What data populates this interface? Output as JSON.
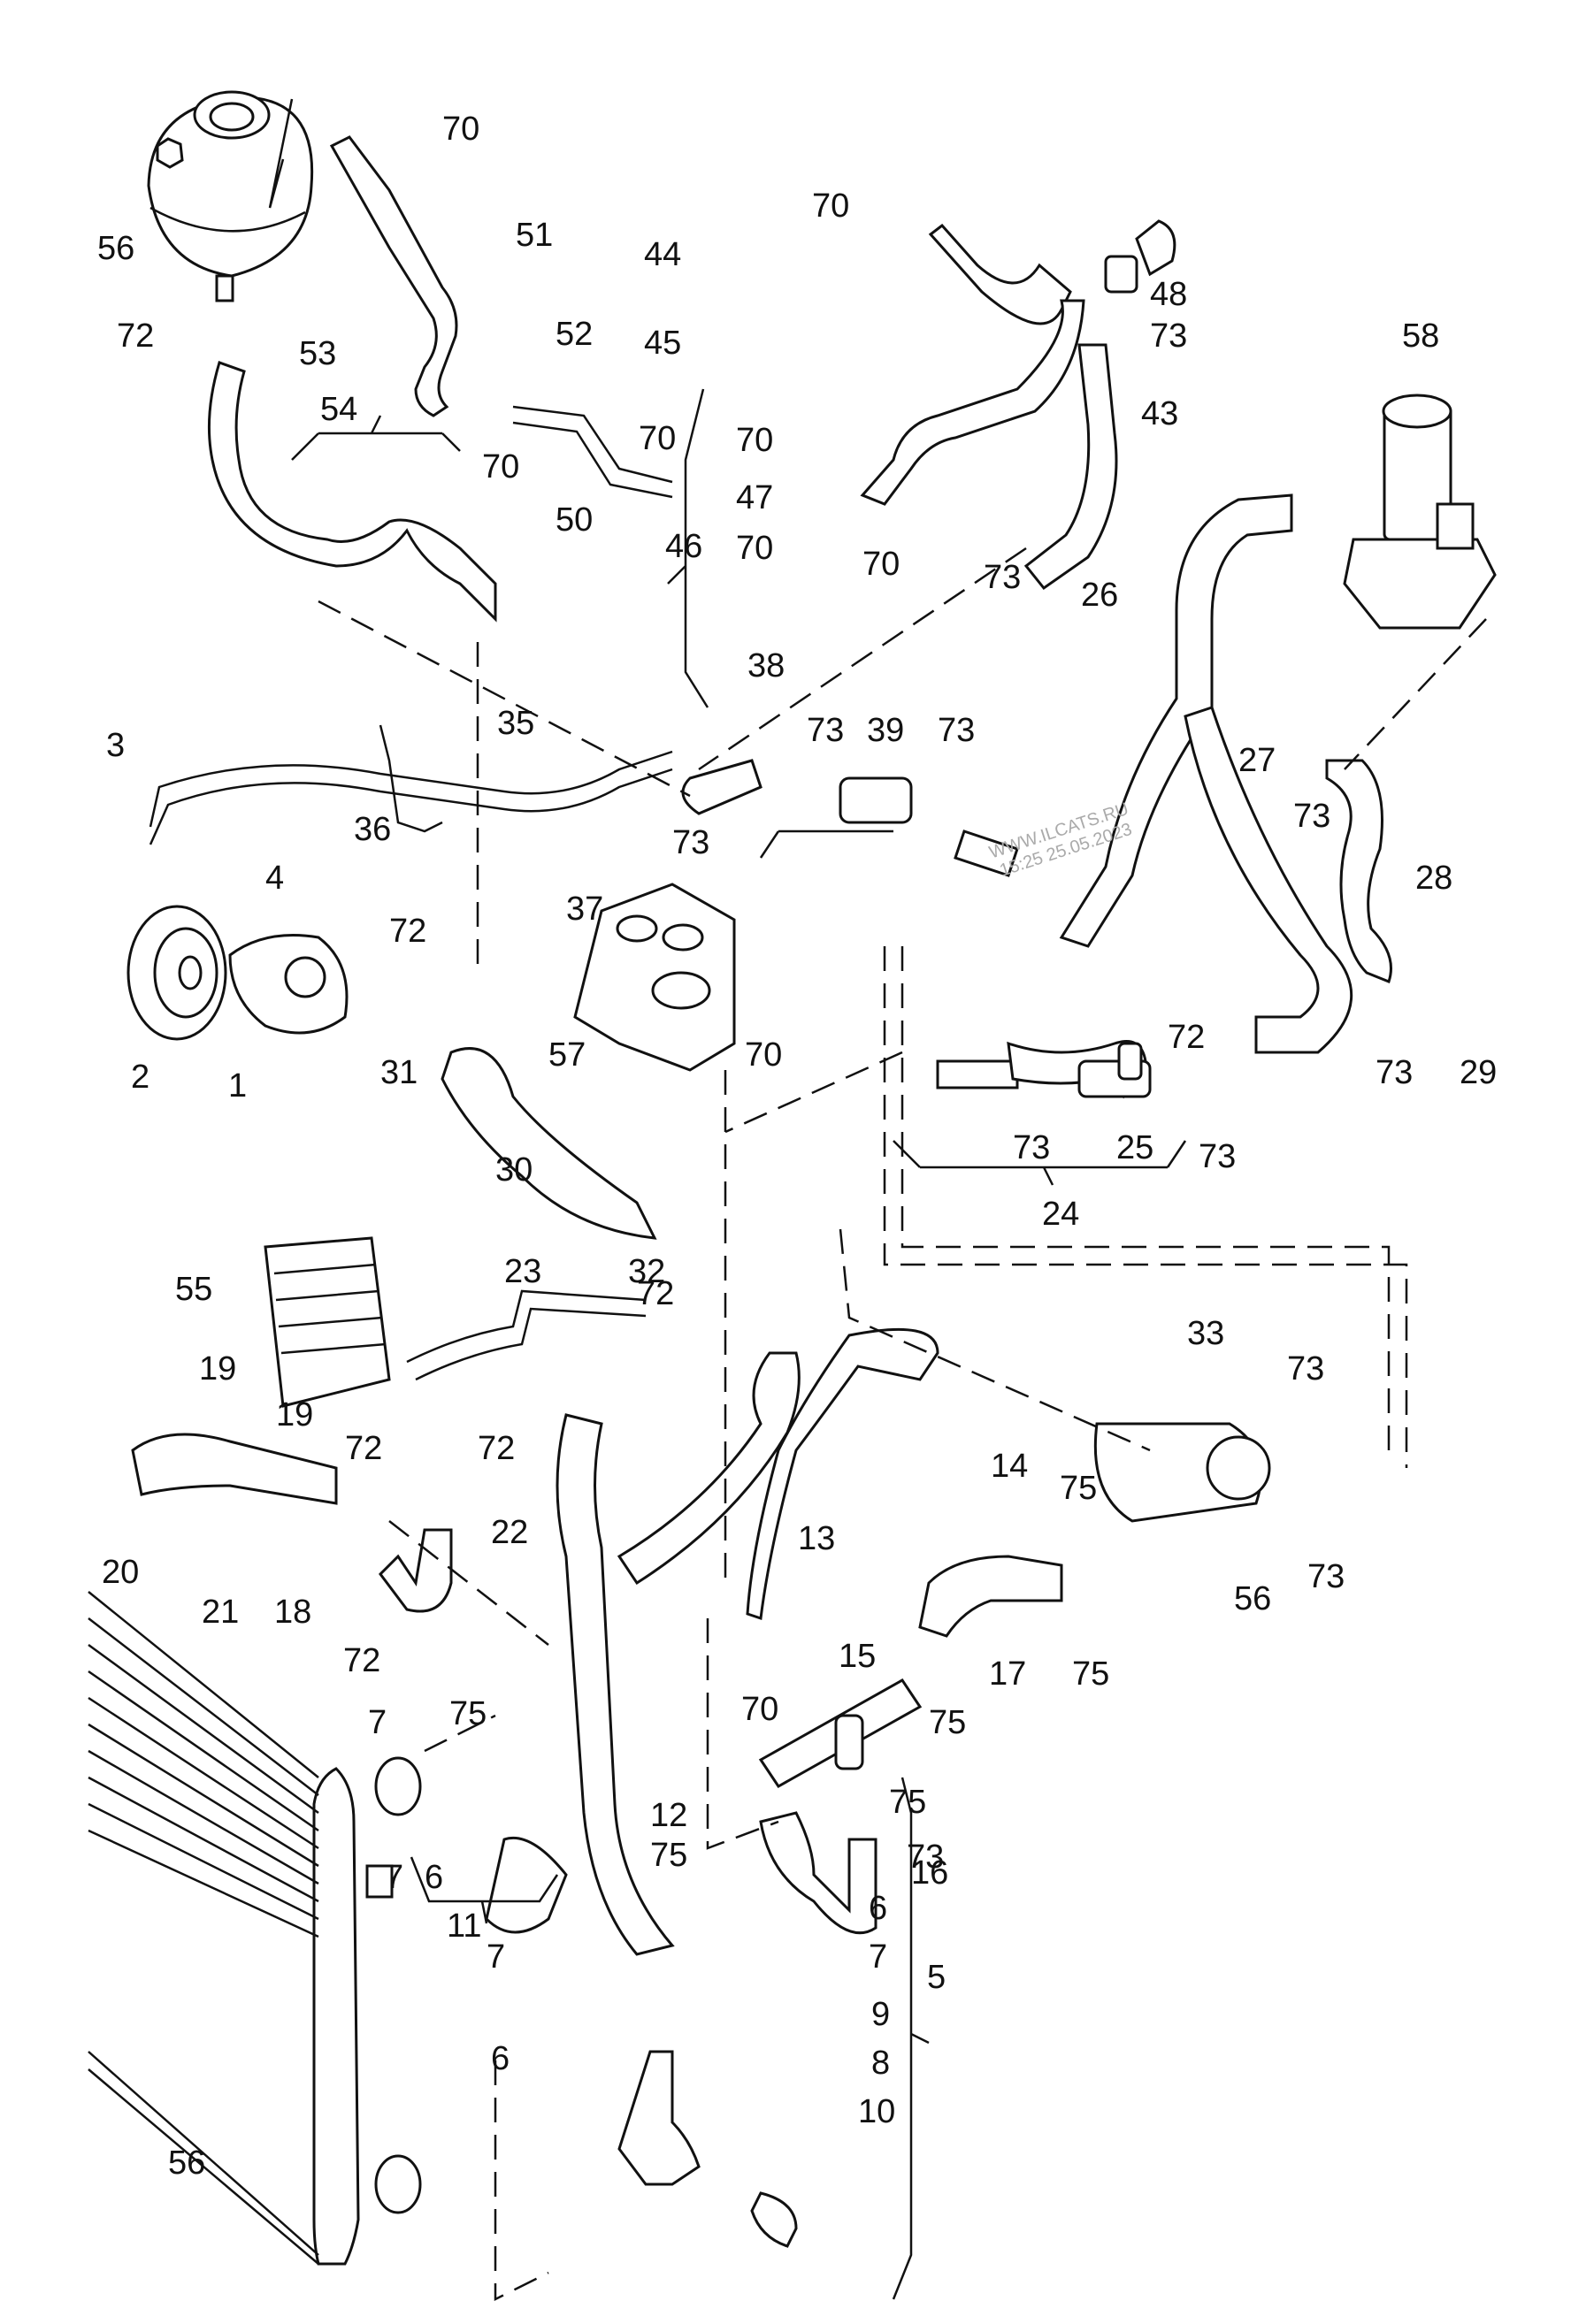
{
  "diagram": {
    "title": "Coolant system hoses and components",
    "watermark": [
      "WWW.ILCATS.RU",
      "15:25 25.05.2023"
    ],
    "callouts": [
      {
        "id": "c70a",
        "text": "70"
      },
      {
        "id": "c51",
        "text": "51"
      },
      {
        "id": "c56a",
        "text": "56"
      },
      {
        "id": "c72a",
        "text": "72"
      },
      {
        "id": "c52",
        "text": "52"
      },
      {
        "id": "c53",
        "text": "53"
      },
      {
        "id": "c54",
        "text": "54"
      },
      {
        "id": "c70b",
        "text": "70"
      },
      {
        "id": "c70c",
        "text": "70"
      },
      {
        "id": "c50",
        "text": "50"
      },
      {
        "id": "c44",
        "text": "44"
      },
      {
        "id": "c70d",
        "text": "70"
      },
      {
        "id": "c48",
        "text": "48"
      },
      {
        "id": "c45",
        "text": "45"
      },
      {
        "id": "c73a",
        "text": "73"
      },
      {
        "id": "c43",
        "text": "43"
      },
      {
        "id": "c58",
        "text": "58"
      },
      {
        "id": "c70e",
        "text": "70"
      },
      {
        "id": "c47",
        "text": "47"
      },
      {
        "id": "c46",
        "text": "46"
      },
      {
        "id": "c70f",
        "text": "70"
      },
      {
        "id": "c70g",
        "text": "70"
      },
      {
        "id": "c73b",
        "text": "73"
      },
      {
        "id": "c26",
        "text": "26"
      },
      {
        "id": "c38",
        "text": "38"
      },
      {
        "id": "c35",
        "text": "35"
      },
      {
        "id": "c73c",
        "text": "73"
      },
      {
        "id": "c39",
        "text": "39"
      },
      {
        "id": "c73d",
        "text": "73"
      },
      {
        "id": "c27",
        "text": "27"
      },
      {
        "id": "c73e",
        "text": "73"
      },
      {
        "id": "c3",
        "text": "3"
      },
      {
        "id": "c36",
        "text": "36"
      },
      {
        "id": "c73f",
        "text": "73"
      },
      {
        "id": "c4",
        "text": "4"
      },
      {
        "id": "c37",
        "text": "37"
      },
      {
        "id": "c28",
        "text": "28"
      },
      {
        "id": "c72b",
        "text": "72"
      },
      {
        "id": "c2",
        "text": "2"
      },
      {
        "id": "c1",
        "text": "1"
      },
      {
        "id": "c57",
        "text": "57"
      },
      {
        "id": "c70h",
        "text": "70"
      },
      {
        "id": "c31",
        "text": "31"
      },
      {
        "id": "c72c",
        "text": "72"
      },
      {
        "id": "c73g",
        "text": "73"
      },
      {
        "id": "c29",
        "text": "29"
      },
      {
        "id": "c73h",
        "text": "73"
      },
      {
        "id": "c25",
        "text": "25"
      },
      {
        "id": "c73i",
        "text": "73"
      },
      {
        "id": "c30",
        "text": "30"
      },
      {
        "id": "c24",
        "text": "24"
      },
      {
        "id": "c32",
        "text": "32"
      },
      {
        "id": "c55",
        "text": "55"
      },
      {
        "id": "c23",
        "text": "23"
      },
      {
        "id": "c72d",
        "text": "72"
      },
      {
        "id": "c33",
        "text": "33"
      },
      {
        "id": "c19a",
        "text": "19"
      },
      {
        "id": "c19b",
        "text": "19"
      },
      {
        "id": "c73j",
        "text": "73"
      },
      {
        "id": "c72e",
        "text": "72"
      },
      {
        "id": "c72f",
        "text": "72"
      },
      {
        "id": "c14",
        "text": "14"
      },
      {
        "id": "c75a",
        "text": "75"
      },
      {
        "id": "c73k",
        "text": "73"
      },
      {
        "id": "c20",
        "text": "20"
      },
      {
        "id": "c22",
        "text": "22"
      },
      {
        "id": "c13",
        "text": "13"
      },
      {
        "id": "c56b",
        "text": "56"
      },
      {
        "id": "c21",
        "text": "21"
      },
      {
        "id": "c18",
        "text": "18"
      },
      {
        "id": "c72g",
        "text": "72"
      },
      {
        "id": "c17",
        "text": "17"
      },
      {
        "id": "c75b",
        "text": "75"
      },
      {
        "id": "c15",
        "text": "15"
      },
      {
        "id": "c70i",
        "text": "70"
      },
      {
        "id": "c75c",
        "text": "75"
      },
      {
        "id": "c75d",
        "text": "75"
      },
      {
        "id": "c7a",
        "text": "7"
      },
      {
        "id": "c75e",
        "text": "75"
      },
      {
        "id": "c73l",
        "text": "73"
      },
      {
        "id": "c12",
        "text": "12"
      },
      {
        "id": "c16",
        "text": "16"
      },
      {
        "id": "c7b",
        "text": "7"
      },
      {
        "id": "c6a",
        "text": "6"
      },
      {
        "id": "c11",
        "text": "11"
      },
      {
        "id": "c75f",
        "text": "75"
      },
      {
        "id": "c6b",
        "text": "6"
      },
      {
        "id": "c7c",
        "text": "7"
      },
      {
        "id": "c7d",
        "text": "7"
      },
      {
        "id": "c5",
        "text": "5"
      },
      {
        "id": "c9",
        "text": "9"
      },
      {
        "id": "c8",
        "text": "8"
      },
      {
        "id": "c6c",
        "text": "6"
      },
      {
        "id": "c10",
        "text": "10"
      },
      {
        "id": "c56c",
        "text": "56"
      }
    ]
  }
}
